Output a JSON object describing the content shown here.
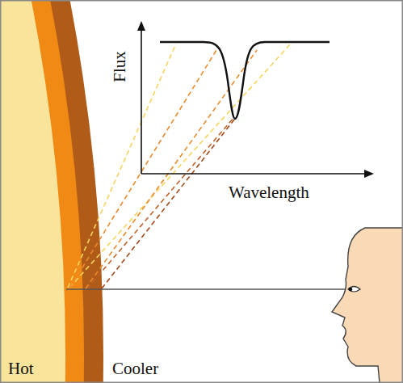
{
  "diagram": {
    "labels": [
      "Flux",
      "Wavelength",
      "Hot",
      "Cooler"
    ]
  }
}
